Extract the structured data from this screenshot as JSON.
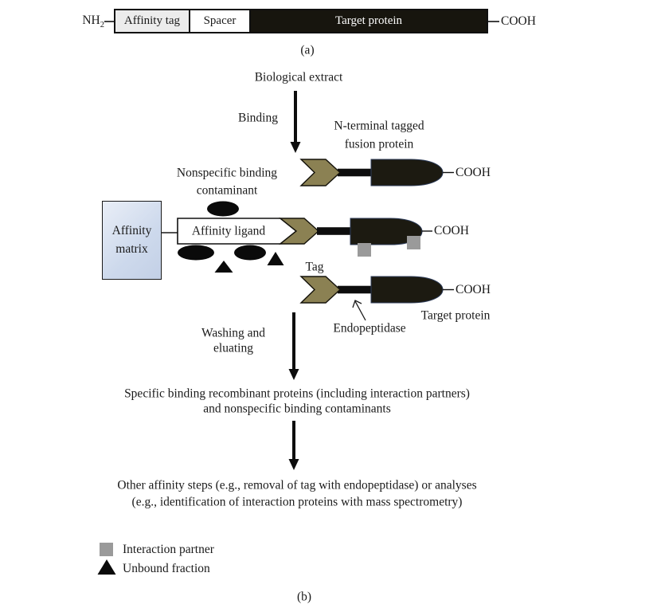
{
  "colors": {
    "tag_fill": "#8b8153",
    "protein_fill": "#1c1a11",
    "matrix_fill": "#cdd9ec",
    "interaction_partner_gray": "#9a9a9a",
    "contaminant_black": "#0a0a0a",
    "affinity_tag_segment": "#ececec",
    "target_protein_segment": "#17150e"
  },
  "panel_a": {
    "nh": "NH",
    "nh_sub": "2",
    "segments": [
      "Affinity tag",
      "Spacer",
      "Target protein"
    ],
    "cooh": "COOH",
    "label": "(a)"
  },
  "panel_b": {
    "biological_extract": "Biological extract",
    "binding": "Binding",
    "n_terminal_line1": "N-terminal tagged",
    "n_terminal_line2": "fusion protein",
    "cooh_row1": "COOH",
    "nonspecific_line1": "Nonspecific binding",
    "nonspecific_line2": "contaminant",
    "matrix_line1": "Affinity",
    "matrix_line2": "matrix",
    "affinity_ligand": "Affinity ligand",
    "cooh_row2": "COOH",
    "tag": "Tag",
    "endopeptidase": "Endopeptidase",
    "target_protein": "Target protein",
    "cooh_row3": "COOH",
    "washing_line1": "Washing and",
    "washing_line2": "eluating",
    "specific_line1": "Specific binding recombinant proteins (including interaction partners)",
    "specific_line2": "and nonspecific binding contaminants",
    "other_line1": "Other affinity steps (e.g., removal of tag with endopeptidase) or analyses",
    "other_line2": "(e.g., identification of interaction proteins with mass spectrometry)",
    "legend": [
      {
        "label": "Interaction partner"
      },
      {
        "label": "Unbound fraction"
      }
    ],
    "label": "(b)"
  }
}
